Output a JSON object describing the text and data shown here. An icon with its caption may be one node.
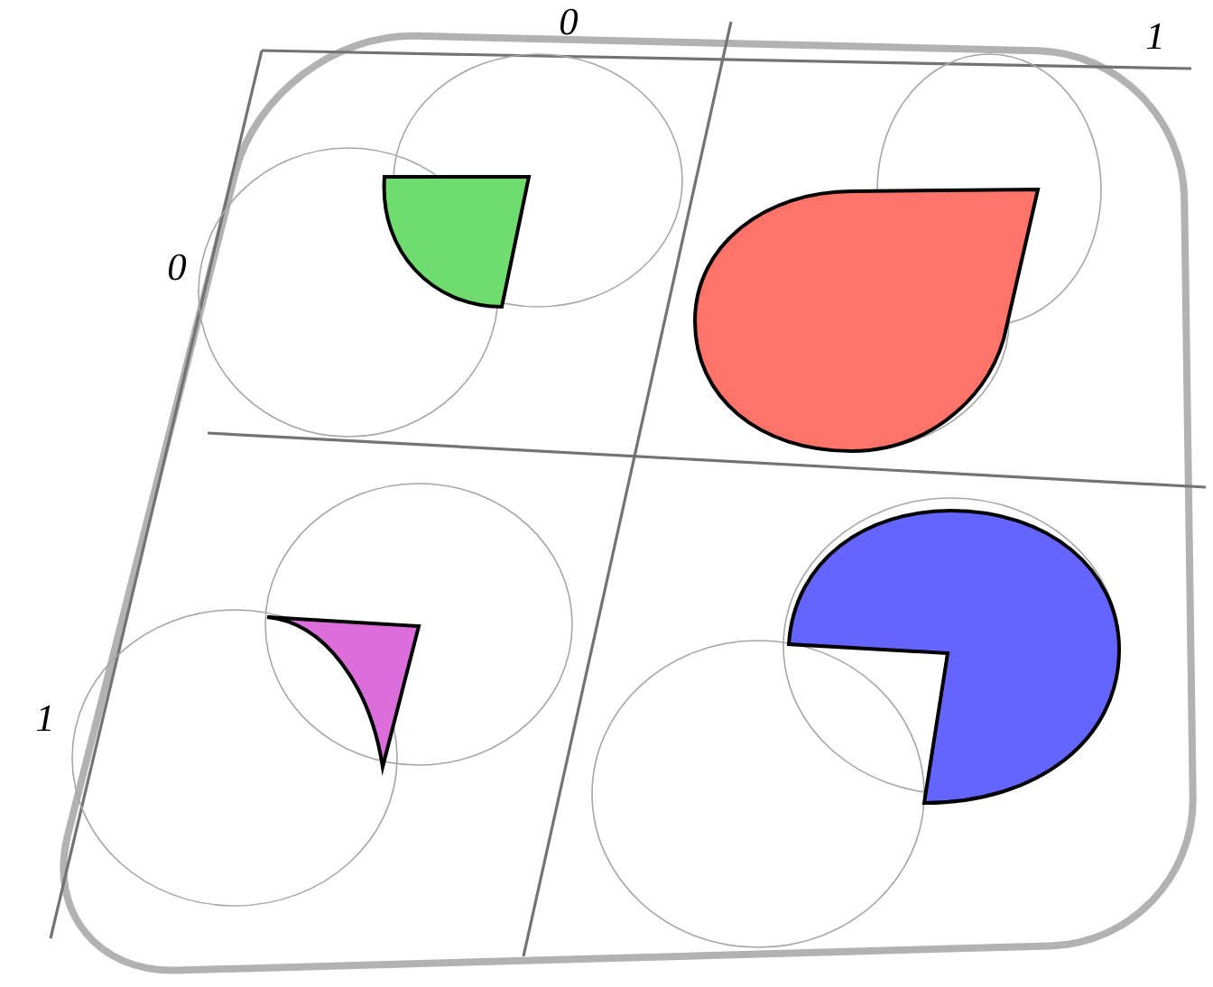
{
  "diagram": {
    "labels": [
      "0",
      "1",
      "0",
      "1"
    ]
  }
}
